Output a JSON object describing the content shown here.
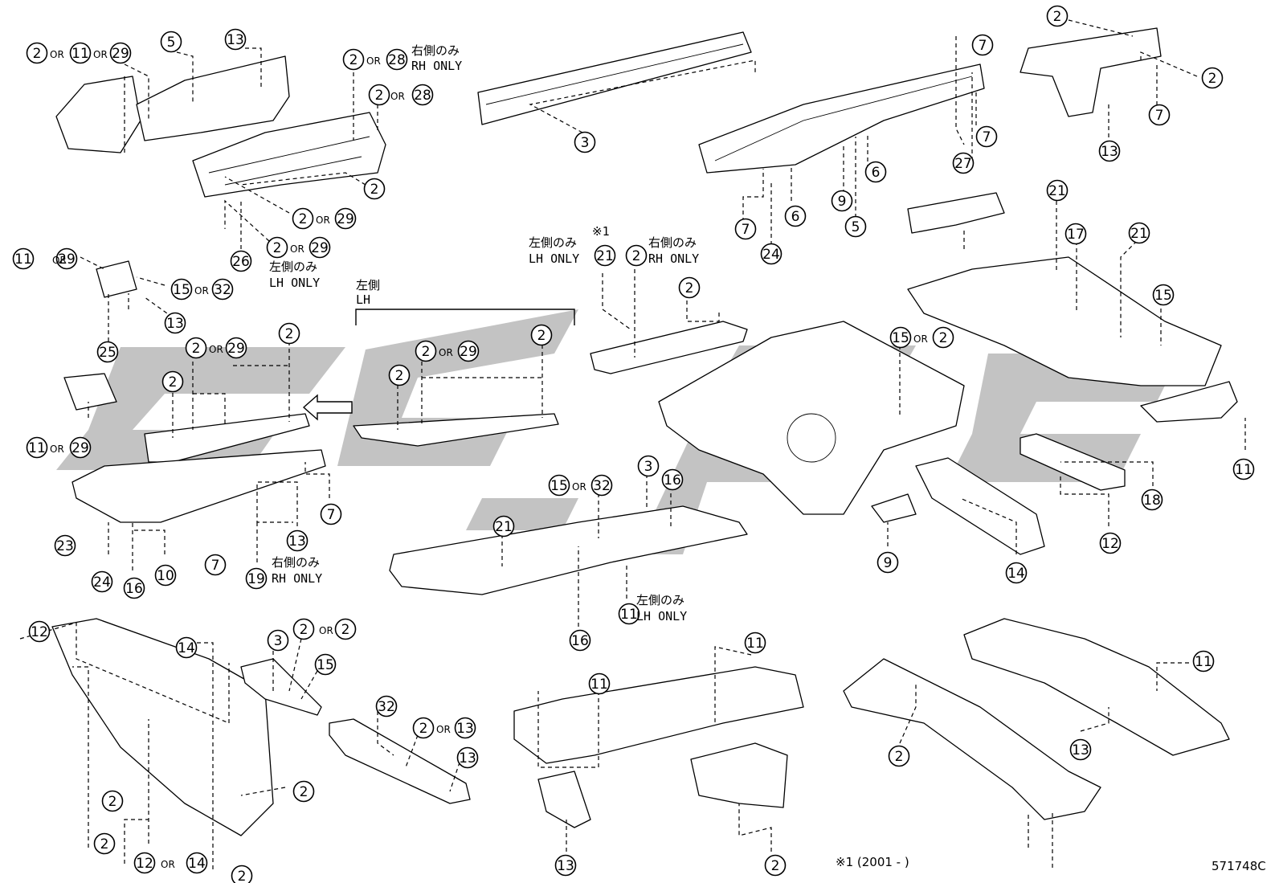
{
  "figure_ref": "571748C",
  "watermark_text": "5 5 9 C",
  "footnote": "※1 (2001 -       )",
  "notes": {
    "rh_only_jp": "右側のみ",
    "rh_only_en": "RH ONLY",
    "lh_only_jp": "左側のみ",
    "lh_only_en": "LH ONLY",
    "lh_side_jp": "左側",
    "lh_side_en": "LH",
    "asterisk1": "※1",
    "or": "OR"
  },
  "callouts": [
    {
      "n": "2"
    },
    {
      "n": "11"
    },
    {
      "n": "29"
    },
    {
      "n": "5"
    },
    {
      "n": "13"
    },
    {
      "n": "2"
    },
    {
      "n": "28"
    },
    {
      "n": "2"
    },
    {
      "n": "28"
    },
    {
      "n": "2"
    },
    {
      "n": "2"
    },
    {
      "n": "29"
    },
    {
      "n": "2"
    },
    {
      "n": "29"
    },
    {
      "n": "26"
    },
    {
      "n": "3"
    },
    {
      "n": "7"
    },
    {
      "n": "7"
    },
    {
      "n": "27"
    },
    {
      "n": "6"
    },
    {
      "n": "9"
    },
    {
      "n": "5"
    },
    {
      "n": "6"
    },
    {
      "n": "7"
    },
    {
      "n": "24"
    },
    {
      "n": "2"
    },
    {
      "n": "2"
    },
    {
      "n": "7"
    },
    {
      "n": "13"
    },
    {
      "n": "11"
    },
    {
      "n": "29"
    },
    {
      "n": "15"
    },
    {
      "n": "32"
    },
    {
      "n": "13"
    },
    {
      "n": "25"
    },
    {
      "n": "2"
    },
    {
      "n": "2"
    },
    {
      "n": "29"
    },
    {
      "n": "2"
    },
    {
      "n": "11"
    },
    {
      "n": "29"
    },
    {
      "n": "7"
    },
    {
      "n": "13"
    },
    {
      "n": "23"
    },
    {
      "n": "24"
    },
    {
      "n": "16"
    },
    {
      "n": "10"
    },
    {
      "n": "7"
    },
    {
      "n": "19"
    },
    {
      "n": "2"
    },
    {
      "n": "2"
    },
    {
      "n": "29"
    },
    {
      "n": "2"
    },
    {
      "n": "21"
    },
    {
      "n": "2"
    },
    {
      "n": "2"
    },
    {
      "n": "15"
    },
    {
      "n": "32"
    },
    {
      "n": "3"
    },
    {
      "n": "16"
    },
    {
      "n": "21"
    },
    {
      "n": "16"
    },
    {
      "n": "11"
    },
    {
      "n": "15"
    },
    {
      "n": "2"
    },
    {
      "n": "21"
    },
    {
      "n": "17"
    },
    {
      "n": "21"
    },
    {
      "n": "15"
    },
    {
      "n": "11"
    },
    {
      "n": "18"
    },
    {
      "n": "12"
    },
    {
      "n": "9"
    },
    {
      "n": "14"
    },
    {
      "n": "12"
    },
    {
      "n": "14"
    },
    {
      "n": "2"
    },
    {
      "n": "2"
    },
    {
      "n": "12"
    },
    {
      "n": "14"
    },
    {
      "n": "2"
    },
    {
      "n": "2"
    },
    {
      "n": "3"
    },
    {
      "n": "2"
    },
    {
      "n": "2"
    },
    {
      "n": "15"
    },
    {
      "n": "32"
    },
    {
      "n": "2"
    },
    {
      "n": "13"
    },
    {
      "n": "13"
    },
    {
      "n": "11"
    },
    {
      "n": "11"
    },
    {
      "n": "13"
    },
    {
      "n": "2"
    },
    {
      "n": "2"
    },
    {
      "n": "11"
    },
    {
      "n": "13"
    }
  ]
}
